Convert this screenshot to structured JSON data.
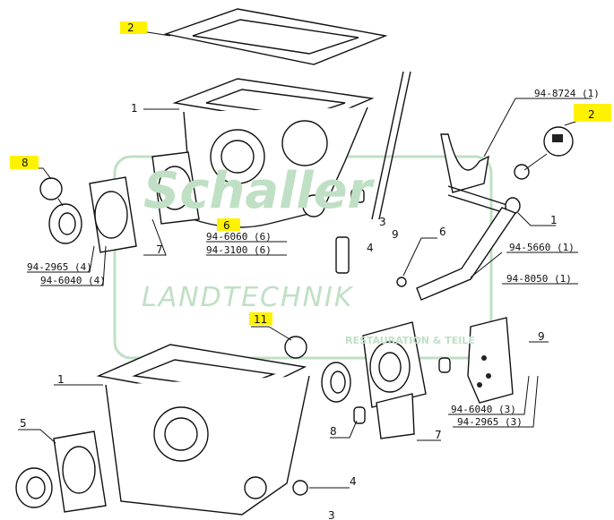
{
  "watermark": {
    "brand": "Schaller",
    "sub": "LANDTECHNIK",
    "tag": "RESTAURATION & TEILE"
  },
  "colors": {
    "highlight": "#fff200",
    "watermark": "#bfe0c4"
  },
  "callouts": {
    "top_gasket": "2",
    "top_housing": "1",
    "seal_left": "8",
    "bolt_group": "6",
    "flange_left": "7",
    "rod": "3",
    "plug": "4",
    "rod_item": "9",
    "fork_bolt_ref": "2",
    "fork": "1",
    "pin_right": "6",
    "seal_lower": "11",
    "plate_right": "9",
    "pin_lower": "8",
    "flange_lower": "7",
    "lower_housing": "1",
    "cover_lower": "5",
    "plug_lower": "4",
    "bottom_partial": "3"
  },
  "parts": {
    "p_6060": "94-6060 (6)",
    "p_3100": "94-3100 (6)",
    "p_2965_4": "94-2965 (4)",
    "p_6040_4": "94-6040 (4)",
    "p_8724": "94-8724 (1)",
    "p_5660": "94-5660 (1)",
    "p_8050": "94-8050 (1)",
    "p_6040_3": "94-6040 (3)",
    "p_2965_3": "94-2965 (3)"
  },
  "icons": [
    "seal-symbol-icon",
    "nut-symbol-icon",
    "seal-symbol-icon"
  ]
}
